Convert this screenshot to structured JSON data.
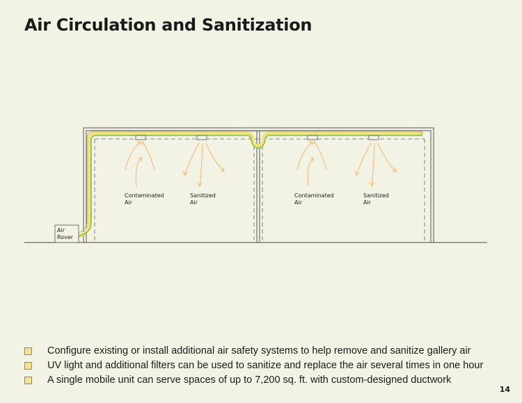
{
  "title": "Air Circulation and Sanitization",
  "diagram": {
    "unit_label_line1": "Air",
    "unit_label_line2": "Rover",
    "left_room": {
      "contaminated_line1": "Contaminated",
      "contaminated_line2": "Air",
      "sanitized_line1": "Sanitized",
      "sanitized_line2": "Air"
    },
    "right_room": {
      "contaminated_line1": "Contaminated",
      "contaminated_line2": "Air",
      "sanitized_line1": "Sanitized",
      "sanitized_line2": "Air"
    },
    "colors": {
      "duct_yellow": "#f0e27a",
      "duct_green": "#7fbf4a",
      "arrow_orange": "#f5b97a",
      "wall": "#555555"
    }
  },
  "bullets": [
    "Configure existing or install additional air safety systems to help remove and sanitize gallery air",
    "UV light and additional filters can be used to sanitize and replace the air several times in one hour",
    "A single mobile unit can serve spaces of up to 7,200 sq. ft. with custom-designed ductwork"
  ],
  "page_number": "14",
  "bullet_color": "#f2e394"
}
